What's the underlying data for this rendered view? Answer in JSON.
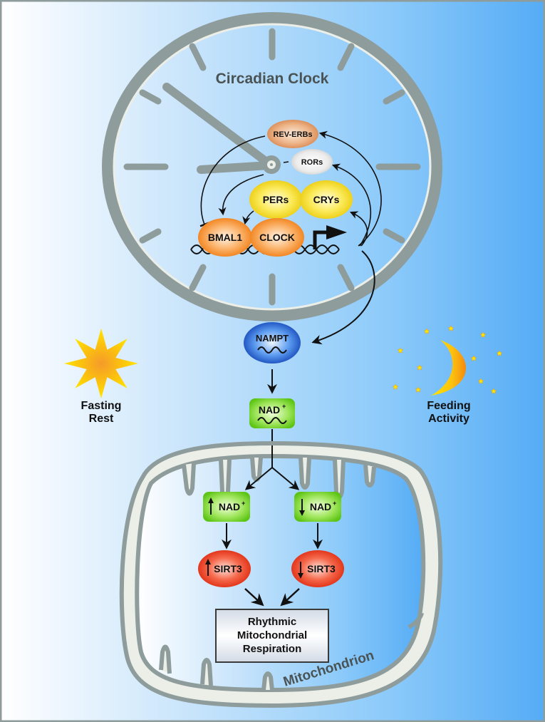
{
  "figure": {
    "clock_title": "Circadian Clock",
    "mitochondrion_label": "Mitochondrion",
    "left_condition": {
      "line1": "Fasting",
      "line2": "Rest",
      "icon": "sun-icon"
    },
    "right_condition": {
      "line1": "Feeding",
      "line2": "Activity",
      "icon": "moon-icon"
    },
    "clock_proteins": {
      "rev_erbs": "REV-ERBs",
      "rors": "RORs",
      "pers": "PERs",
      "crys": "CRYs",
      "bmal1": "BMAL1",
      "clock": "CLOCK"
    },
    "nampt": "NAMPT",
    "nad": {
      "base": "NAD",
      "sup": "+"
    },
    "branch_up": {
      "nad": "NAD",
      "sup": "+",
      "sirt3": "SIRT3",
      "direction": "up"
    },
    "branch_down": {
      "nad": "NAD",
      "sup": "+",
      "sirt3": "SIRT3",
      "direction": "down"
    },
    "outcome": {
      "line1": "Rhythmic",
      "line2": "Mitochondrial",
      "line3": "Respiration"
    },
    "colors": {
      "background_left": "#ffffff",
      "background_right": "#55acf5",
      "clock_gray": "#8e9c9c",
      "clock_inner": "#eceee8",
      "rev_erbs": "#e3955a",
      "rors": "#e6e6e6",
      "pers_crys": "#f2d51a",
      "bmal1_clock": "#f5871f",
      "nampt": "#1f5fd1",
      "nad_green": "#66cc1a",
      "sirt3_red": "#e8331a",
      "outcome_box": "#d9e1ec",
      "title_text": "#4a5354"
    }
  }
}
